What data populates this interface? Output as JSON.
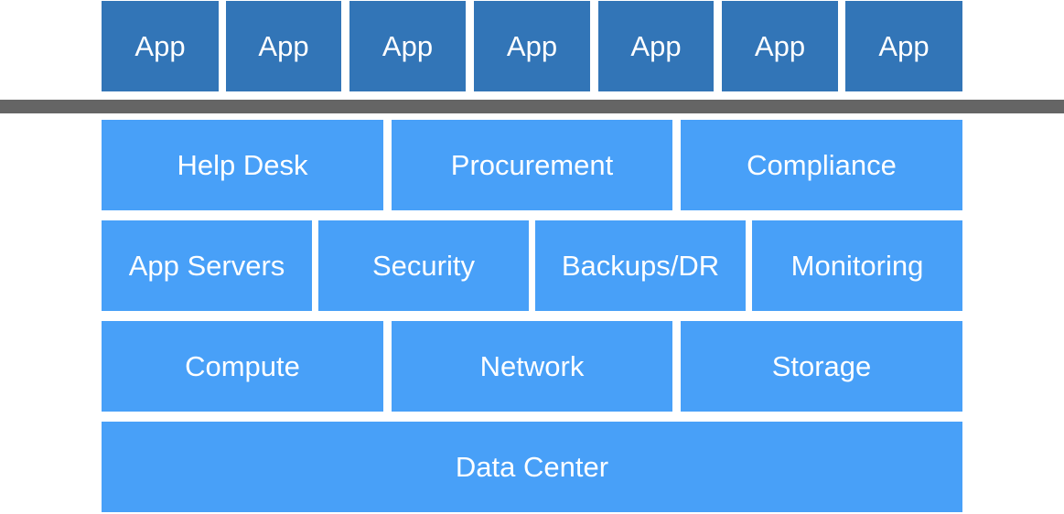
{
  "colors": {
    "app_block": "#3275b7",
    "layer_block": "#48a0f8",
    "divider": "#656565",
    "text": "#ffffff"
  },
  "apps": [
    {
      "label": "App"
    },
    {
      "label": "App"
    },
    {
      "label": "App"
    },
    {
      "label": "App"
    },
    {
      "label": "App"
    },
    {
      "label": "App"
    },
    {
      "label": "App"
    }
  ],
  "layers": {
    "services": [
      {
        "label": "Help Desk"
      },
      {
        "label": "Procurement"
      },
      {
        "label": "Compliance"
      }
    ],
    "platform": [
      {
        "label": "App Servers"
      },
      {
        "label": "Security"
      },
      {
        "label": "Backups/DR"
      },
      {
        "label": "Monitoring"
      }
    ],
    "infrastructure": [
      {
        "label": "Compute"
      },
      {
        "label": "Network"
      },
      {
        "label": "Storage"
      }
    ],
    "foundation": [
      {
        "label": "Data Center"
      }
    ]
  }
}
